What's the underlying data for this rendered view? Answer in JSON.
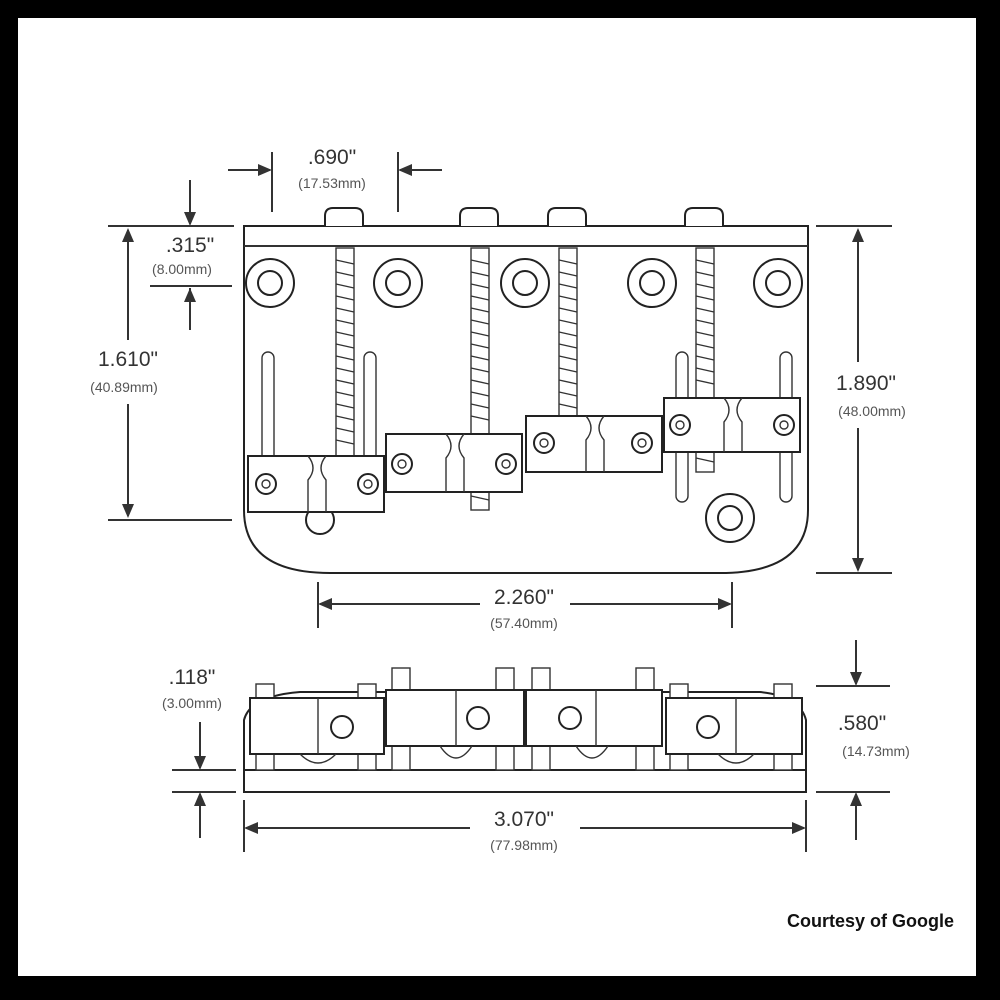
{
  "dimensions": {
    "saddle_spacing": {
      "inch": ".690\"",
      "mm": "(17.53mm)"
    },
    "top_offset": {
      "inch": ".315\"",
      "mm": "(8.00mm)"
    },
    "mount_height": {
      "inch": "1.610\"",
      "mm": "(40.89mm)"
    },
    "overall_depth": {
      "inch": "1.890\"",
      "mm": "(48.00mm)"
    },
    "screw_spacing": {
      "inch": "2.260\"",
      "mm": "(57.40mm)"
    },
    "base_thickness": {
      "inch": ".118\"",
      "mm": "(3.00mm)"
    },
    "side_height": {
      "inch": ".580\"",
      "mm": "(14.73mm)"
    },
    "overall_width": {
      "inch": "3.070\"",
      "mm": "(77.98mm)"
    }
  },
  "credit": "Courtesy of Google"
}
